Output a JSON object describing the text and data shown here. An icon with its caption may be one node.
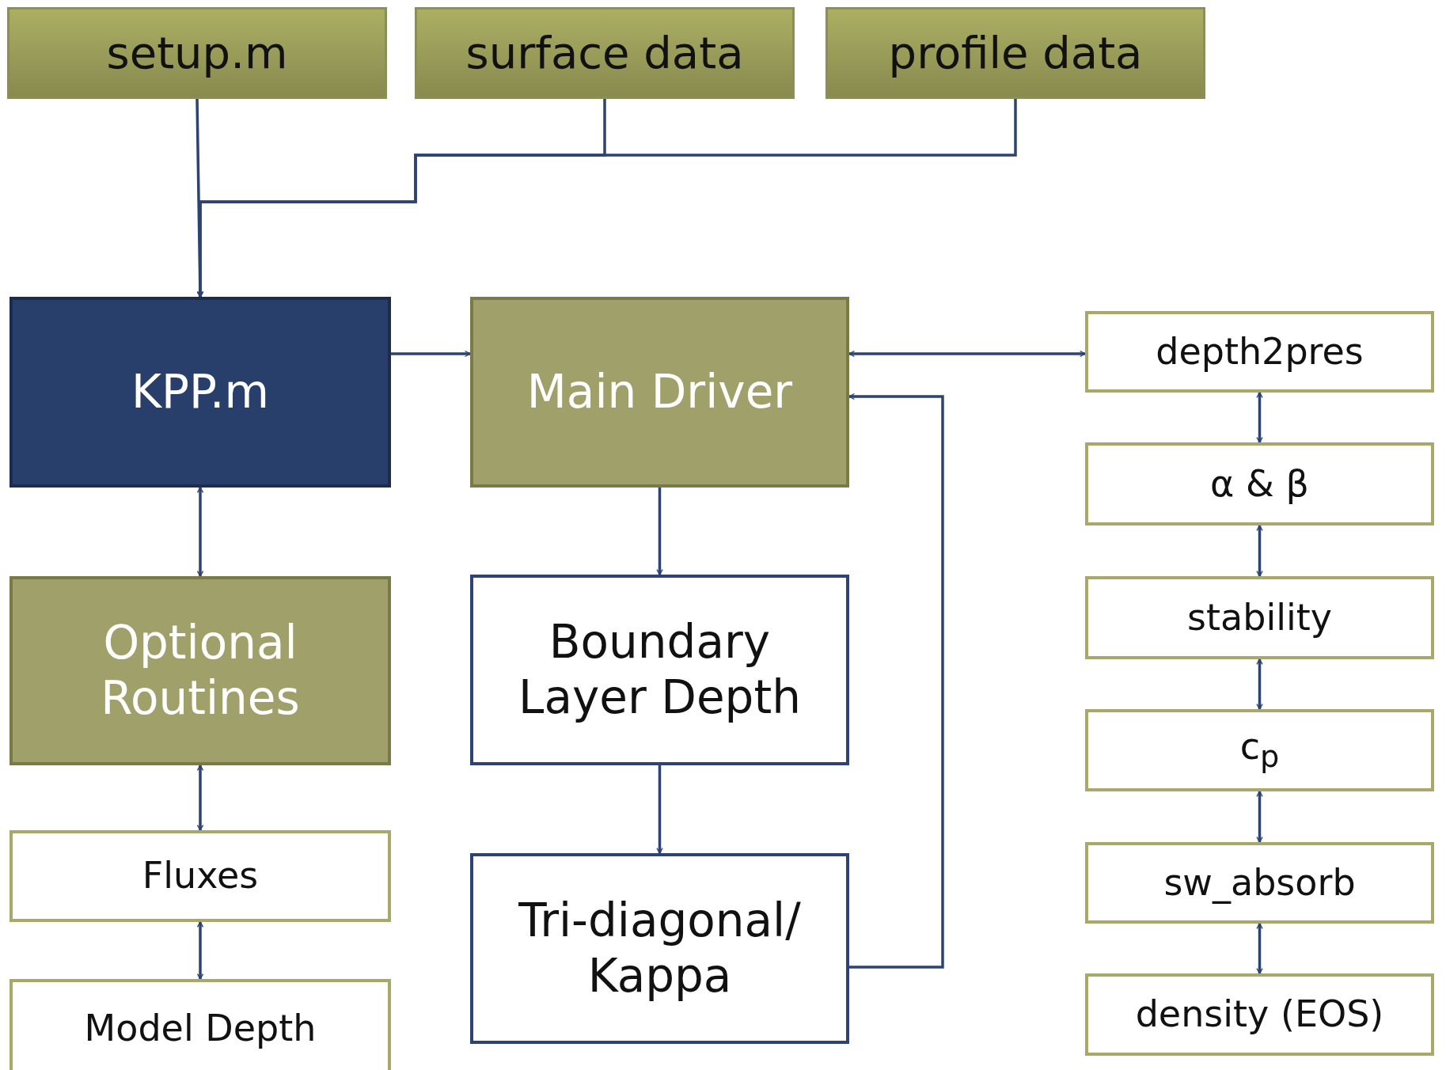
{
  "diagram": {
    "nodes": [
      {
        "text": [
          "setup.m"
        ]
      },
      {
        "text": [
          "surface data"
        ]
      },
      {
        "text": [
          "profile data"
        ]
      },
      {
        "text": [
          "KPP.m"
        ]
      },
      {
        "text": [
          "Main Driver"
        ]
      },
      {
        "text": [
          "Optional Routines"
        ]
      },
      {
        "text": [
          "Fluxes"
        ]
      },
      {
        "text": [
          "Model Depth"
        ]
      },
      {
        "text": [
          "Boundary Layer Depth"
        ]
      },
      {
        "text": [
          "Tri-diagonal/ Kappa"
        ]
      },
      {
        "text": [
          "depth2pres"
        ]
      },
      {
        "text": [
          "α & β"
        ]
      },
      {
        "text": [
          "stability"
        ]
      },
      {
        "text": [
          "c$_{p}$"
        ]
      },
      {
        "text": [
          "sw_absorb"
        ]
      },
      {
        "text": [
          "density (EOS)"
        ]
      }
    ],
    "edges": [
      {
        "from": 0,
        "to": 3,
        "arrow": "to"
      },
      {
        "from": 1,
        "to": 3,
        "arrow": "to"
      },
      {
        "from": 2,
        "to": 3,
        "arrow": "to"
      },
      {
        "from": 3,
        "to": 4,
        "arrow": "to"
      },
      {
        "from": 3,
        "to": 5,
        "arrow": "both"
      },
      {
        "from": 5,
        "to": 6,
        "arrow": "both"
      },
      {
        "from": 6,
        "to": 7,
        "arrow": "both"
      },
      {
        "from": 4,
        "to": 8,
        "arrow": "to"
      },
      {
        "from": 8,
        "to": 9,
        "arrow": "to"
      },
      {
        "from": 9,
        "to": 4,
        "arrow": "to"
      },
      {
        "from": 4,
        "to": 10,
        "arrow": "both"
      },
      {
        "from": 10,
        "to": 11,
        "arrow": "both"
      },
      {
        "from": 11,
        "to": 12,
        "arrow": "both"
      },
      {
        "from": 12,
        "to": 13,
        "arrow": "both"
      },
      {
        "from": 13,
        "to": 14,
        "arrow": "both"
      },
      {
        "from": 14,
        "to": 15,
        "arrow": "both"
      }
    ]
  }
}
